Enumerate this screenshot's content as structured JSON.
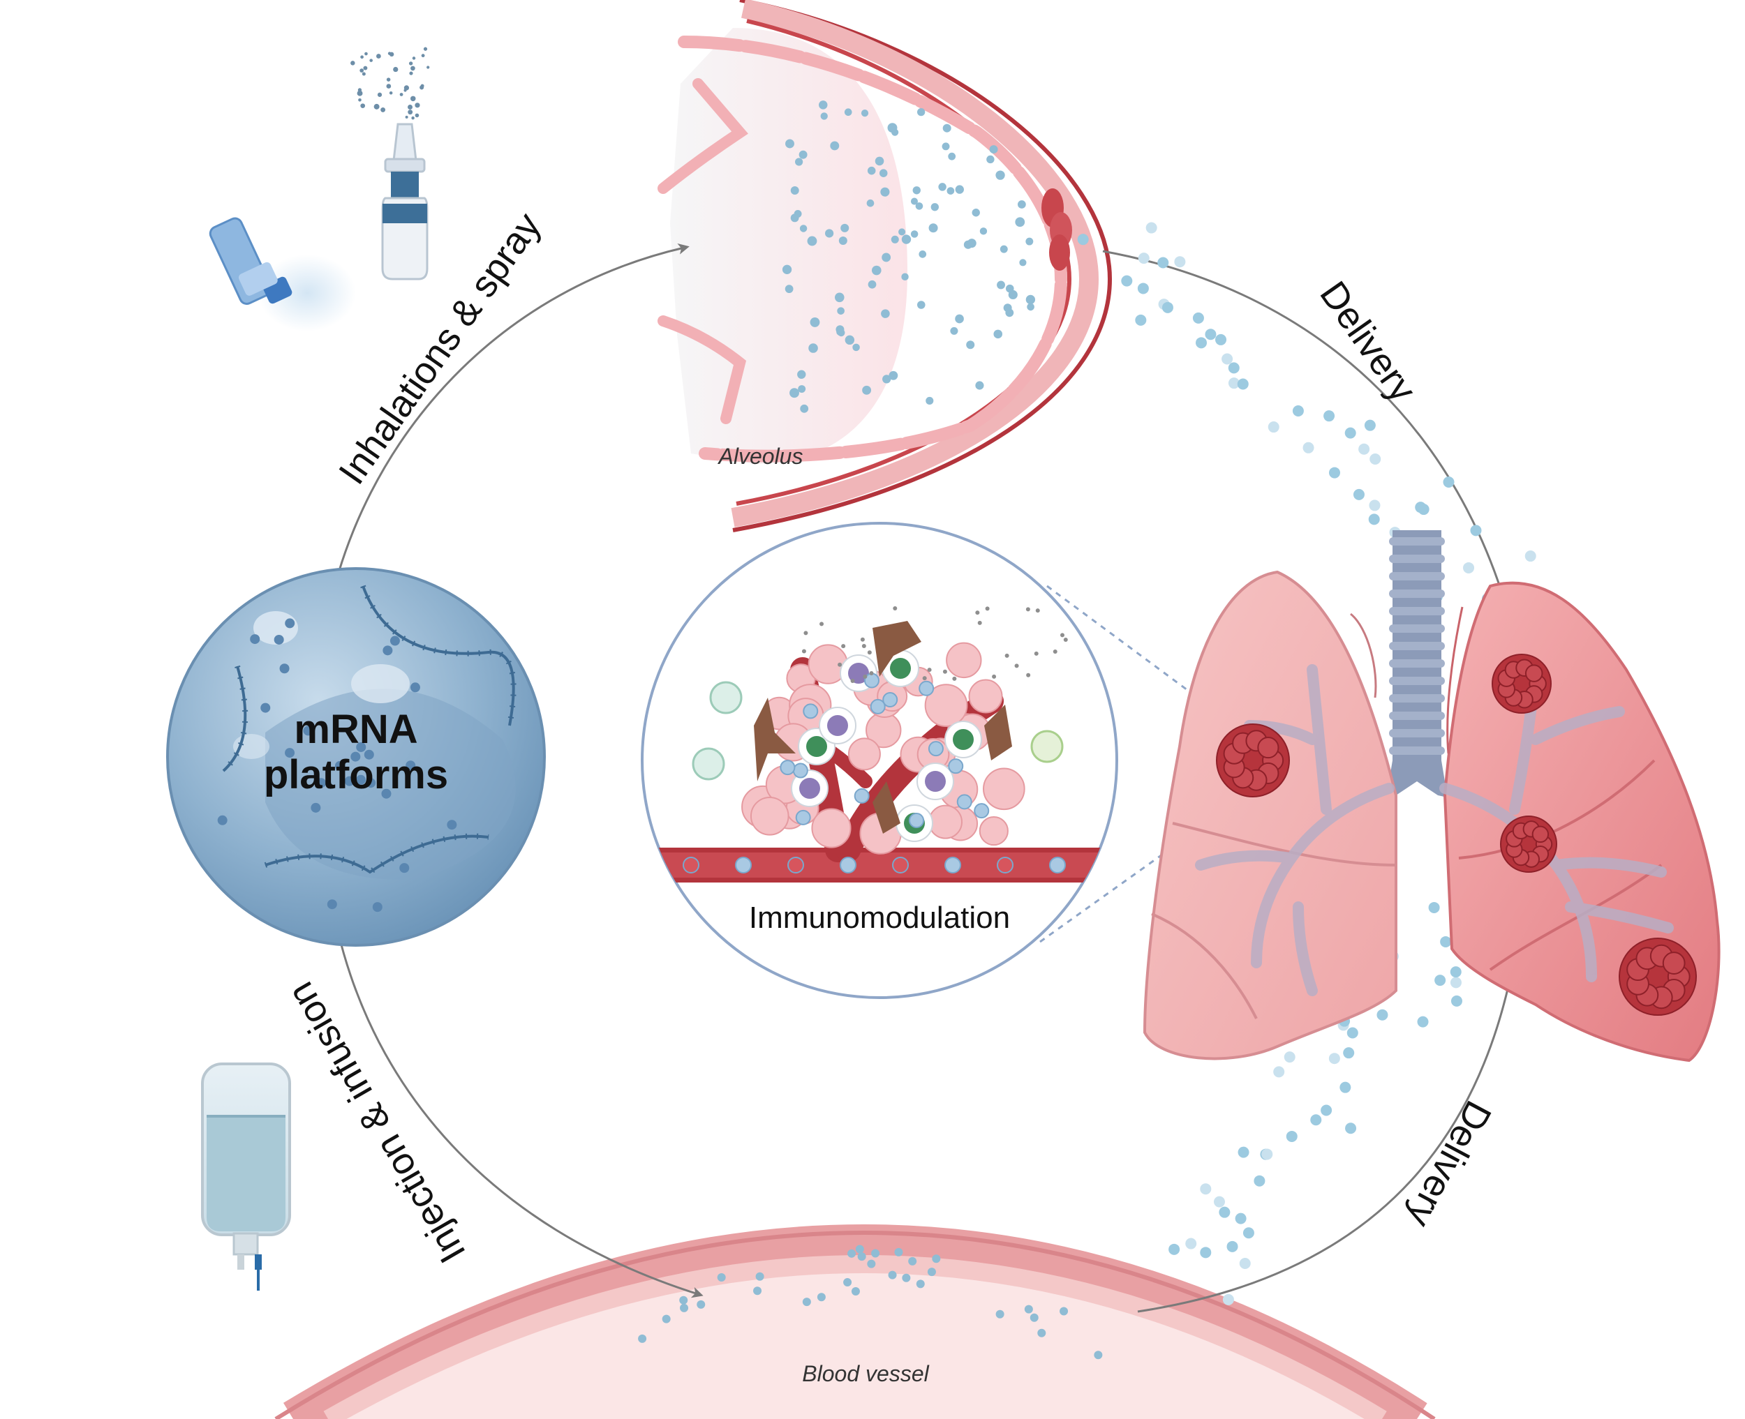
{
  "labels": {
    "core_line1": "mRNA",
    "core_line2": "platforms",
    "inhalation": "Inhalations & spray",
    "injection": "Injection & infusion",
    "delivery_top": "Delivery",
    "delivery_bottom": "Delivery",
    "alveolus": "Alveolus",
    "blood_vessel": "Blood vessel",
    "immunomodulation": "Immunomodulation"
  },
  "icons": {
    "inhaler": "inhaler-icon",
    "nasal_spray": "nasal-spray-icon",
    "iv_bag": "iv-bag-icon",
    "lungs": "lungs-icon",
    "alveolus": "alveolus-icon",
    "blood_vessel": "blood-vessel-icon",
    "sphere": "mrna-sphere-icon",
    "tumor_microenvironment": "tumor-microenvironment-icon"
  },
  "colors": {
    "particle": "#8fbcd4",
    "arrow": "#7a7a7a",
    "vessel_red": "#b3343c",
    "lung_pink": "#f2b5b5",
    "tumor": "#b6343c",
    "trachea": "#8c9bb8",
    "sphere_blue": "#8fb2cf"
  }
}
